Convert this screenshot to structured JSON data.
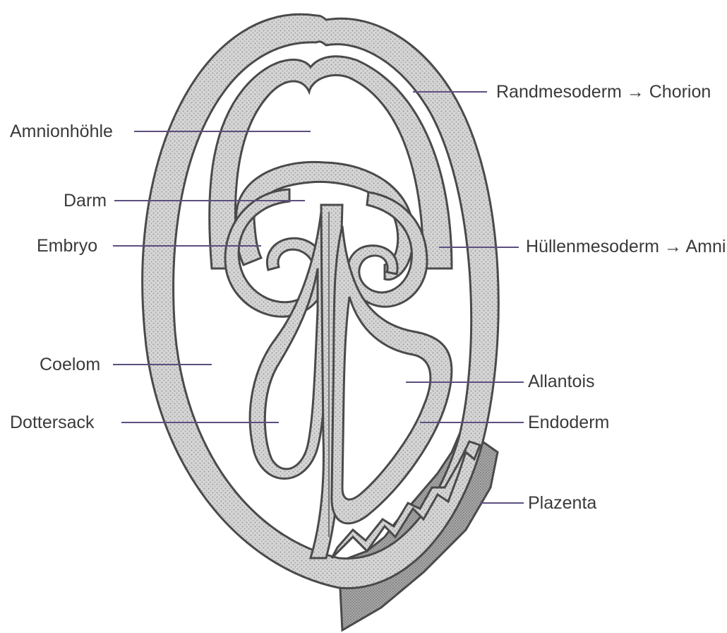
{
  "labels": {
    "randmesoderm": "Randmesoderm → Chorion",
    "amnionhoehle": "Amnionhöhle",
    "darm": "Darm",
    "huellenmesoderm": "Hüllenmesoderm → Amni",
    "embryo": "Embryo",
    "coelom": "Coelom",
    "allantois": "Allantois",
    "dottersack": "Dottersack",
    "endoderm": "Endoderm",
    "plazenta": "Plazenta"
  },
  "colors": {
    "leader_line": "#5d4f7f",
    "layer_fill": "#c9c9c9",
    "outline": "#4a4a4a",
    "plazenta_fill": "#8e8e8e",
    "text": "#3a3a3a"
  }
}
